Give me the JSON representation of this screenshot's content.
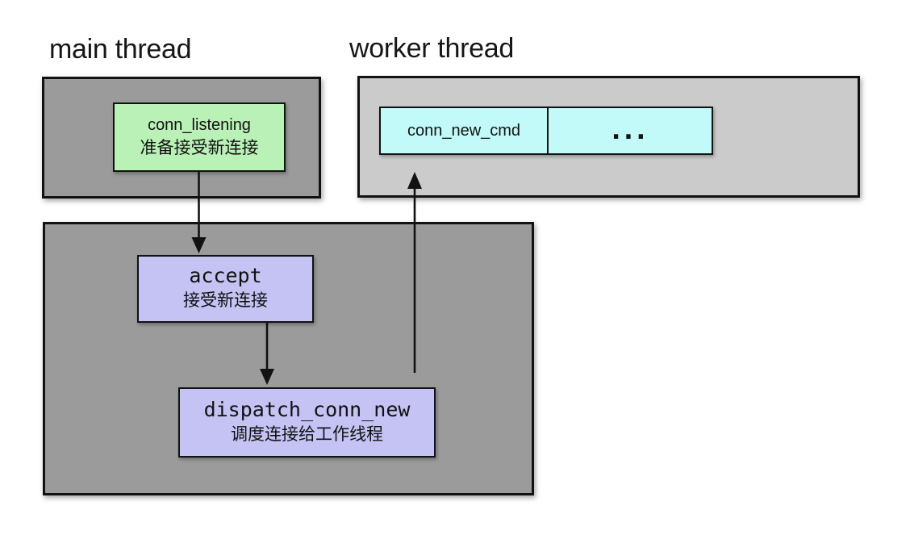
{
  "titles": {
    "main": "main thread",
    "worker": "worker thread"
  },
  "main_thread": {
    "conn_listening": {
      "name": "conn_listening",
      "desc": "准备接受新连接"
    },
    "accept": {
      "name": "accept",
      "desc": "接受新连接"
    },
    "dispatch": {
      "name": "dispatch_conn_new",
      "desc": "调度连接给工作线程"
    }
  },
  "worker_thread": {
    "queue": {
      "cells": [
        {
          "label": "conn_new_cmd"
        },
        {
          "label": "..."
        }
      ]
    }
  },
  "colors": {
    "background": "#ffffff",
    "main_thread_fill": "#9b9b9b",
    "worker_thread_fill": "#cbcbcb",
    "listening_fill": "#baf1b7",
    "process_fill": "#c5c3f3",
    "queue_fill": "#c1faf8",
    "border": "#121212",
    "arrow": "#121212"
  }
}
